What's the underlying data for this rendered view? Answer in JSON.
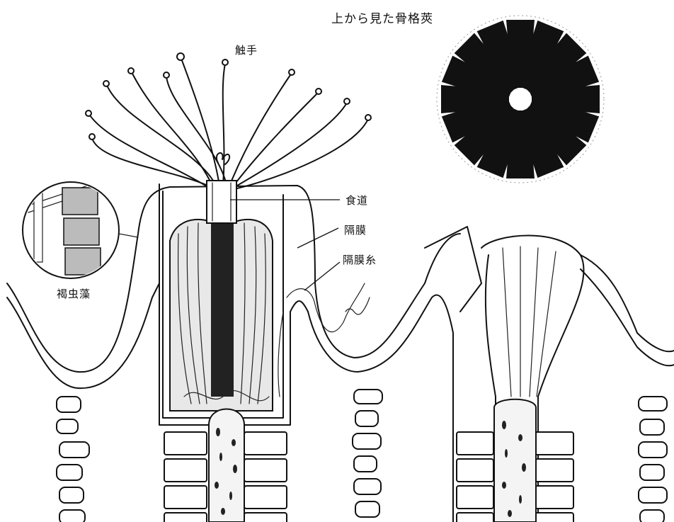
{
  "labels": {
    "skeleton_top_view": "上から見た骨格莢",
    "tentacles": "触手",
    "esophagus": "食道",
    "septum": "隔膜",
    "septal_filament": "隔膜糸",
    "zooxanthellae": "褐虫藻"
  },
  "colors": {
    "ink": "#111111",
    "background": "#ffffff"
  }
}
